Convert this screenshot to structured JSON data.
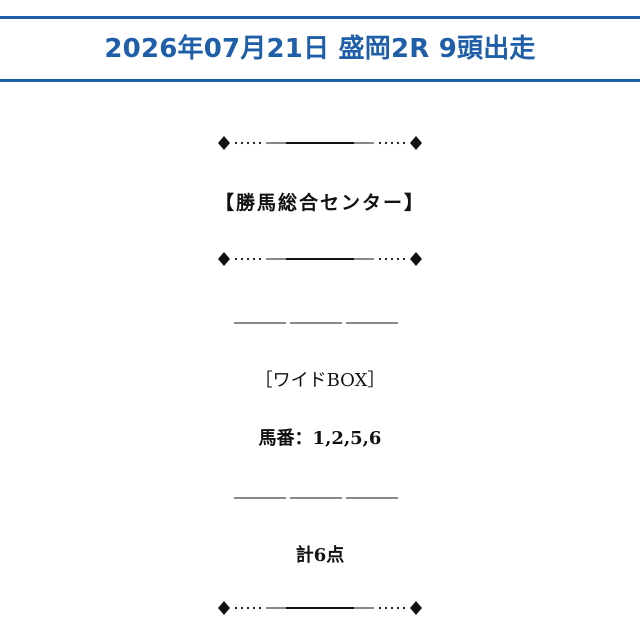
{
  "header": {
    "title": "2026年07月21日 盛岡2R 9頭出走"
  },
  "content": {
    "center_name": "【勝馬総合センター】",
    "bet_type": "［ワイドBOX］",
    "horse_numbers": "馬番：1,2,5,6",
    "total_points": "計6点"
  },
  "colors": {
    "accent": "#1f5ea8",
    "text": "#111111"
  },
  "icons": {
    "ornament": "diamond-ornament-icon",
    "triple_line": "triple-line-divider-icon"
  }
}
